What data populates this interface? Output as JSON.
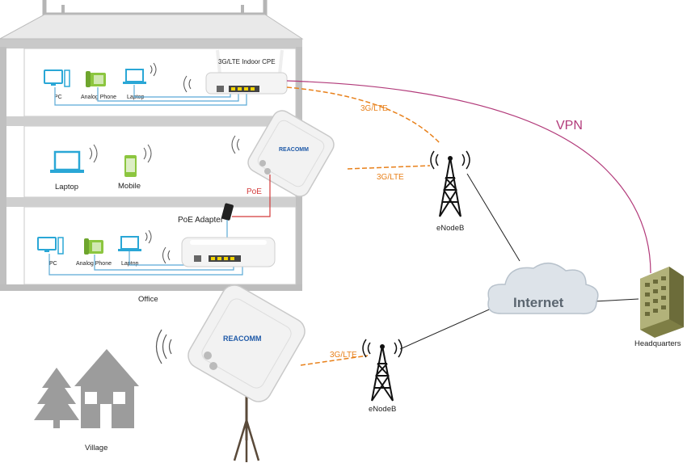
{
  "labels": {
    "cpe": "3G/LTE Indoor CPE",
    "pc": "PC",
    "analog_phone": "Analog Phone",
    "laptop": "Laptop",
    "mobile": "Mobile",
    "poe": "PoE",
    "poe_adapter": "PoE Adapter",
    "office": "Office",
    "village": "Village",
    "lte_1": "3G/LTE",
    "lte_2": "3G/LTE",
    "lte_3": "3G/LTE",
    "enodeb_top": "eNodeB",
    "enodeb_bottom": "eNodeB",
    "vpn": "VPN",
    "internet": "Internet",
    "headquarters": "Headquarters",
    "brand": "REACOMM"
  },
  "colors": {
    "building": "#a9a9a9",
    "floor": "#cfcfcf",
    "cable": "#5aa9d6",
    "orange_link": "#e8801a",
    "vpn_line": "#b23a7a",
    "poe_line": "#d33a3a",
    "brand": "#1f5aa8",
    "cloud": "#dde3e9",
    "device_cyan": "#2aa7d6",
    "phone_green": "#8cc63f",
    "hq": "#9a9a55"
  },
  "icons": [
    "pc-icon",
    "analog-phone-icon",
    "laptop-icon",
    "mobile-icon",
    "cpe-router-icon",
    "outdoor-cpe-icon",
    "poe-adapter-icon",
    "enodeb-tower-icon",
    "cloud-icon",
    "headquarters-building-icon",
    "house-icon",
    "tree-icon",
    "wireless-waves-icon"
  ]
}
